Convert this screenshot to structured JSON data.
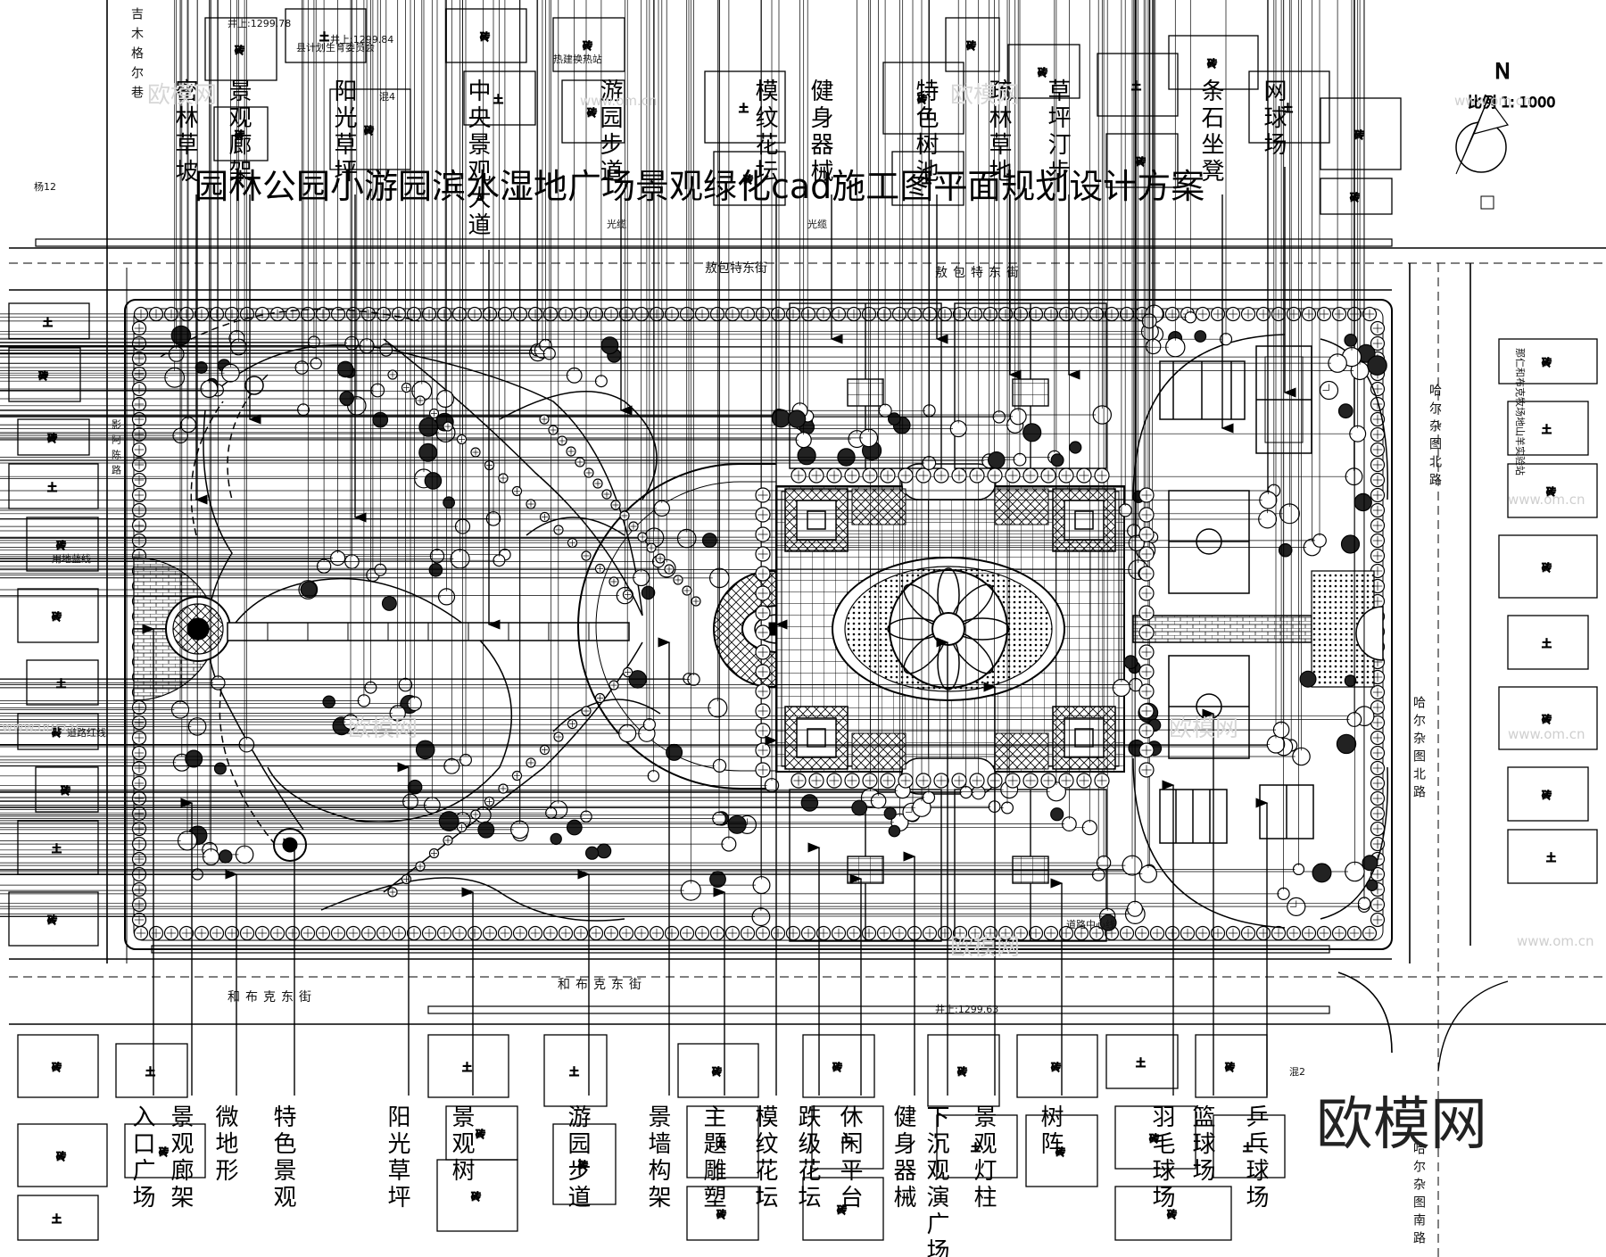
{
  "title": "园林公园小游园滨水湿地广场景观绿化cad施工图平面规划设计方案",
  "north": {
    "letter": "N",
    "scale": "比例 1: 1000"
  },
  "streets": {
    "north_1": "敖包特东街",
    "north_2": "敖包特东街",
    "south_1": "和布克东街",
    "south_2": "和布克东街",
    "east_1": "哈尔杂图北路",
    "east_2": "哈尔杂图北路",
    "east_3": "哈尔杂图南路",
    "west": "吉木格尔巷",
    "west_road": "影阿陈路"
  },
  "annotations": {
    "road_center": "道路中心线",
    "road_red": "道路红线",
    "land_blue": "用地蓝线",
    "family_planning": "县计划生育委员会",
    "heating": "热建换热站",
    "guang": "光缆",
    "yang12": "杨12",
    "office": "那仁和布克牧场地山羊实验站",
    "hun4": "混4",
    "hun2": "混2",
    "brick": "砖",
    "earth": "土",
    "elev1": "井上:1299.78",
    "elev2": "井上:1299.84",
    "elev3": "井上:1299.63"
  },
  "labels_top": [
    "密林草坡",
    "景观廊架",
    "阳光草坪",
    "中央景观大道",
    "游园步道",
    "模纹花坛",
    "健身器械",
    "特色树池",
    "疏林草地",
    "草坪汀步",
    "条石坐凳",
    "网球场"
  ],
  "labels_bottom": [
    "入口广场",
    "景观廊架",
    "微地形",
    "特色景观",
    "阳光草坪",
    "景观树",
    "游园步道",
    "景墙构架",
    "主题雕塑",
    "模纹花坛",
    "跌级花坛",
    "休闲平台",
    "健身器械",
    "下沉观演广场",
    "景观灯柱",
    "树阵",
    "羽毛球场",
    "篮球场",
    "乒乓球场"
  ],
  "watermark": "欧模网",
  "faint_watermark": "欧模网",
  "faint_url": "www.om.cn"
}
